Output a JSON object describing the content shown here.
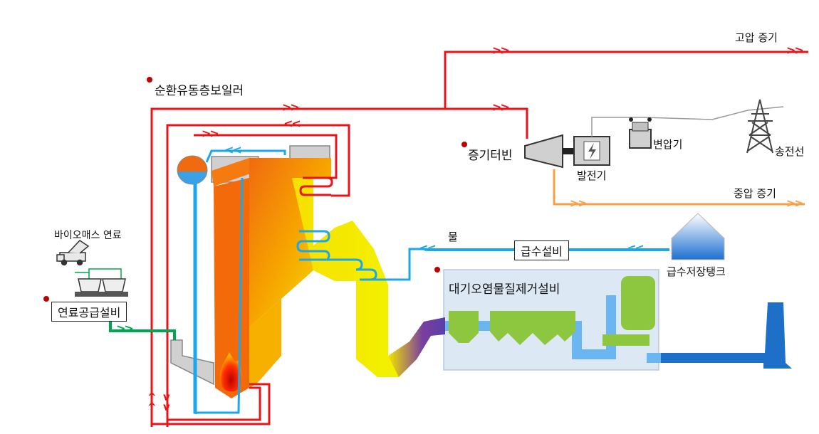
{
  "labels": {
    "boiler": "순환유동층보일러",
    "turbine": "증기터빈",
    "generator": "발전기",
    "transformer": "변압기",
    "transmission": "송전선",
    "high_pressure": "고압 증기",
    "mid_pressure": "중압 증기",
    "water": "물",
    "feedwater": "급수설비",
    "feed_tank": "급수저장탱크",
    "pollution": "대기오염물질제거설비",
    "biomass": "바이오매스 연료",
    "fuel_supply": "연료공급설비"
  },
  "arrows": {
    "right": ">>",
    "left": "<<",
    "up": "^",
    "down": "v"
  },
  "colors": {
    "steam": "#e8141a",
    "mid_steam": "#f7a047",
    "water": "#1aa7ec",
    "fuel": "#00a651",
    "flue": "#6aa9e8",
    "accent_dot": "#c00000",
    "panel": "#dde8f5",
    "green_equip": "#8dc63f"
  }
}
